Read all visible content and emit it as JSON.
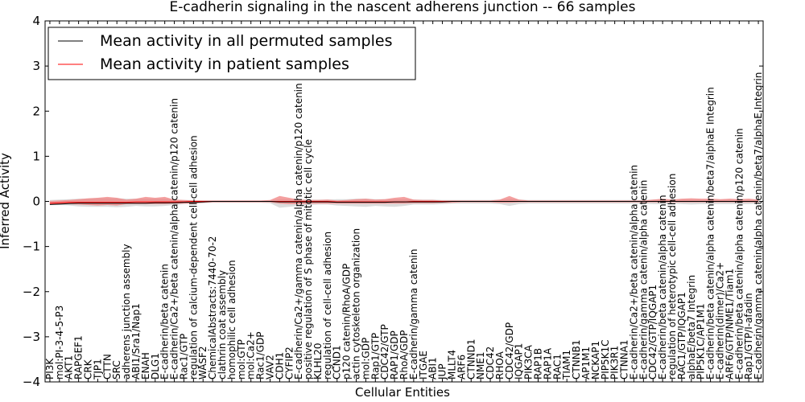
{
  "chart_data": {
    "type": "line",
    "title": "E-cadherin signaling in the nascent adherens junction -- 66 samples",
    "xlabel": "Cellular Entities",
    "ylabel": "Inferred Activity",
    "ylim": [
      -4,
      4
    ],
    "yticks": [
      "4",
      "3",
      "2",
      "1",
      "0",
      "−1",
      "−2",
      "−3",
      "−4"
    ],
    "legend_position": "top-left",
    "grid": false,
    "colors": {
      "permuted": "#000000",
      "patient": "#ff0000",
      "patient_band": "#f08080",
      "permuted_band": "#c0c0c0"
    },
    "categories": [
      "PI3K",
      "mol:PI-3-4-5-P3",
      "AKT1",
      "RAPGEF1",
      "CRK",
      "TJP1",
      "CTTN",
      "SRC",
      "adherens junction assembly",
      "ABI1/Sra1/Nap1",
      "ENAH",
      "DLG1",
      "E-cadherin/beta catenin",
      "E-cadherin/Ca2+/beta catenin/alpha catenin/p120 catenin",
      "Rac1/GTP",
      "regulation of calcium-dependent cell-cell adhesion",
      "WASF2",
      "ChemicalAbstracts:7440-70-2",
      "clathrin coat assembly",
      "homophilic cell adhesion",
      "mol:GTP",
      "mol:Ca2+",
      "Rac1/GDP",
      "VAV2",
      "CDH1",
      "CYFIP2",
      "E-cadherin/Ca2+/gamma catenin/alpha catenin/p120 catenin",
      "positive regulation of S phase of mitotic cell cycle",
      "KLHL20",
      "regulation of cell-cell adhesion",
      "CCND1",
      "p120 catenin/RhoA/GDP",
      "actin cytoskeleton organization",
      "mol:GDP",
      "Rap1/GTP",
      "CDC42/GTP",
      "RAP1/GDP",
      "RhoA/GDP",
      "E-cadherin/gamma catenin",
      "ITGAE",
      "ABI1",
      "JUP",
      "MLLT4",
      "ARF6",
      "CTNND1",
      "NME1",
      "CDC42",
      "RHOA",
      "CDC42/GDP",
      "IQGAP1",
      "PIK3CA",
      "RAP1B",
      "RAP1A",
      "RAC1",
      "TIAM1",
      "CTNNB1",
      "AP1M1",
      "NCKAP1",
      "PIP5K1C",
      "PIK3R1",
      "CTNNA1",
      "E-cadherin/Ca2+/beta catenin/alpha catenin",
      "E-cadherin/gamma catenin/alpha catenin",
      "CDC42/GTP/IQGAP1",
      "E-cadherin/beta catenin/alpha catenin",
      "regulation of heterotypic cell-cell adhesion",
      "RAC1/GTP/IQGAP1",
      "alphaE/beta7 Integrin",
      "PIP5K1C/AP1M1",
      "E-cadherin/beta catenin/alpha catenin/beta7/alphaE Integrin",
      "E-cadherin(dimer)/Ca2+",
      "ARF6/GTP/NME1/Tiam1",
      "E-cadherin/beta catenin/alpha catenin/p120 catenin",
      "Rap1/GTP/I-afadin",
      "E-cadherin/gamma catenin/alpha catenin/beta7/alphaE Integrin"
    ],
    "series": [
      {
        "name": "Mean activity in all permuted samples",
        "values": [
          -0.07,
          -0.06,
          -0.05,
          -0.04,
          -0.04,
          -0.04,
          -0.04,
          -0.04,
          -0.04,
          -0.04,
          -0.04,
          -0.03,
          -0.03,
          -0.03,
          -0.02,
          -0.02,
          -0.01,
          0.0,
          0.0,
          0.0,
          0.0,
          0.0,
          0.0,
          0.0,
          -0.01,
          -0.01,
          -0.01,
          -0.01,
          -0.01,
          -0.01,
          -0.02,
          -0.02,
          -0.02,
          -0.02,
          -0.02,
          -0.02,
          -0.01,
          -0.01,
          -0.01,
          -0.01,
          -0.01,
          -0.01,
          0.0,
          0.0,
          0.0,
          0.0,
          0.0,
          0.0,
          0.0,
          0.0,
          0.0,
          0.0,
          0.0,
          0.0,
          0.0,
          0.0,
          0.0,
          0.0,
          0.0,
          0.0,
          0.0,
          0.0,
          0.0,
          0.0,
          0.0,
          0.0,
          0.0,
          0.0,
          0.0,
          0.0,
          0.0,
          0.0,
          0.0,
          0.0,
          0.0
        ]
      },
      {
        "name": "Mean activity in patient samples",
        "values": [
          -0.04,
          -0.03,
          -0.02,
          -0.02,
          -0.02,
          -0.02,
          -0.02,
          -0.02,
          -0.02,
          -0.01,
          -0.01,
          -0.01,
          -0.01,
          -0.01,
          -0.01,
          0.0,
          0.0,
          0.0,
          0.0,
          0.0,
          0.0,
          0.0,
          0.0,
          0.0,
          0.0,
          0.0,
          0.0,
          0.0,
          0.0,
          0.0,
          -0.01,
          -0.01,
          -0.01,
          -0.01,
          -0.01,
          -0.01,
          -0.01,
          -0.01,
          0.0,
          0.0,
          0.0,
          0.0,
          0.0,
          0.0,
          0.0,
          0.0,
          0.0,
          0.0,
          0.0,
          0.0,
          0.0,
          0.0,
          0.0,
          0.0,
          0.0,
          0.0,
          0.0,
          0.0,
          0.0,
          0.0,
          0.0,
          0.0,
          0.0,
          0.0,
          0.0,
          0.0,
          0.0,
          0.0,
          0.0,
          0.0,
          0.0,
          0.0,
          0.0,
          0.0,
          0.0
        ],
        "band_lower": [
          -0.06,
          -0.06,
          -0.06,
          -0.07,
          -0.08,
          -0.09,
          -0.08,
          -0.09,
          -0.06,
          -0.06,
          -0.06,
          -0.06,
          -0.06,
          -0.05,
          -0.05,
          -0.04,
          -0.03,
          -0.02,
          -0.02,
          -0.02,
          -0.02,
          -0.02,
          -0.02,
          -0.02,
          -0.05,
          -0.06,
          -0.06,
          -0.05,
          -0.05,
          -0.05,
          -0.05,
          -0.05,
          -0.05,
          -0.05,
          -0.05,
          -0.05,
          -0.05,
          -0.05,
          -0.04,
          -0.04,
          -0.04,
          -0.03,
          -0.03,
          -0.02,
          -0.02,
          -0.02,
          -0.02,
          -0.03,
          -0.03,
          -0.02,
          -0.02,
          -0.02,
          -0.02,
          -0.02,
          -0.02,
          -0.02,
          -0.02,
          -0.02,
          -0.02,
          -0.02,
          -0.02,
          -0.02,
          -0.02,
          -0.02,
          -0.02,
          -0.02,
          -0.02,
          -0.02,
          -0.02,
          -0.02,
          -0.02,
          -0.02,
          -0.02,
          -0.02,
          -0.02
        ],
        "band_upper": [
          0.01,
          0.02,
          0.03,
          0.05,
          0.07,
          0.08,
          0.1,
          0.08,
          0.04,
          0.06,
          0.1,
          0.08,
          0.1,
          0.04,
          0.03,
          0.02,
          0.02,
          0.02,
          0.02,
          0.02,
          0.02,
          0.02,
          0.02,
          0.03,
          0.12,
          0.08,
          0.04,
          0.03,
          0.03,
          0.04,
          0.02,
          0.03,
          0.05,
          0.06,
          0.04,
          0.05,
          0.08,
          0.1,
          0.04,
          0.03,
          0.03,
          0.02,
          0.02,
          0.02,
          0.02,
          0.02,
          0.02,
          0.04,
          0.12,
          0.04,
          0.02,
          0.02,
          0.02,
          0.02,
          0.02,
          0.02,
          0.02,
          0.02,
          0.02,
          0.02,
          0.02,
          0.02,
          0.02,
          0.04,
          0.06,
          0.04,
          0.06,
          0.07,
          0.06,
          0.06,
          0.05,
          0.06,
          0.05,
          0.06,
          0.04
        ]
      }
    ],
    "permuted_band_lower": [
      -0.08,
      -0.08,
      -0.09,
      -0.11,
      -0.12,
      -0.12,
      -0.12,
      -0.13,
      -0.12,
      -0.1,
      -0.11,
      -0.11,
      -0.1,
      -0.08,
      -0.06,
      -0.05,
      -0.04,
      -0.03,
      -0.03,
      -0.03,
      -0.03,
      -0.03,
      -0.03,
      -0.04,
      -0.14,
      -0.12,
      -0.1,
      -0.08,
      -0.07,
      -0.07,
      -0.09,
      -0.1,
      -0.11,
      -0.12,
      -0.1,
      -0.11,
      -0.12,
      -0.1,
      -0.07,
      -0.07,
      -0.07,
      -0.06,
      -0.05,
      -0.05,
      -0.05,
      -0.05,
      -0.05,
      -0.06,
      -0.1,
      -0.06,
      -0.05,
      -0.05,
      -0.05,
      -0.05,
      -0.05,
      -0.05,
      -0.05,
      -0.05,
      -0.05,
      -0.05,
      -0.05,
      -0.05,
      -0.05,
      -0.06,
      -0.06,
      -0.05,
      -0.06,
      -0.07,
      -0.06,
      -0.06,
      -0.06,
      -0.06,
      -0.06,
      -0.06,
      -0.05
    ],
    "permuted_band_upper": [
      0.03,
      0.04,
      0.05,
      0.06,
      0.06,
      0.07,
      0.07,
      0.07,
      0.06,
      0.06,
      0.06,
      0.06,
      0.06,
      0.04,
      0.03,
      0.03,
      0.02,
      0.02,
      0.02,
      0.02,
      0.02,
      0.02,
      0.02,
      0.02,
      0.05,
      0.05,
      0.04,
      0.04,
      0.04,
      0.04,
      0.05,
      0.05,
      0.06,
      0.06,
      0.05,
      0.05,
      0.05,
      0.05,
      0.04,
      0.04,
      0.04,
      0.03,
      0.03,
      0.03,
      0.03,
      0.03,
      0.03,
      0.04,
      0.06,
      0.04,
      0.03,
      0.03,
      0.03,
      0.03,
      0.03,
      0.03,
      0.03,
      0.03,
      0.03,
      0.03,
      0.03,
      0.03,
      0.03,
      0.04,
      0.04,
      0.04,
      0.04,
      0.04,
      0.04,
      0.04,
      0.04,
      0.04,
      0.04,
      0.04,
      0.04
    ]
  }
}
